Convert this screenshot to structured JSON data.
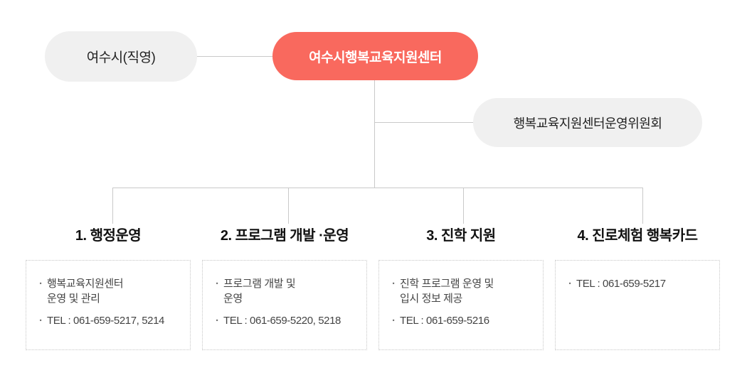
{
  "org_chart": {
    "bullet": "·",
    "colors": {
      "accent_red": "#f9695e",
      "node_gray": "#f0f0f0",
      "connector_line": "#c9c9c9",
      "box_border_dotted": "#c6c6c6",
      "title_text": "#111111",
      "body_text": "#444444"
    },
    "nodes": {
      "parent": {
        "label": "여수시(직영)"
      },
      "center": {
        "label": "여수시행복교육지원센터"
      },
      "committee": {
        "label": "행복교육지원센터운영위원회"
      }
    },
    "departments": [
      {
        "title": "1. 행정운영",
        "items": [
          {
            "lines": [
              "행복교육지원센터",
              "운영 및 관리"
            ]
          },
          {
            "lines": [
              "TEL : 061-659-5217, 5214"
            ]
          }
        ]
      },
      {
        "title": "2. 프로그램 개발 ·운영",
        "items": [
          {
            "lines": [
              "프로그램 개발 및",
              "운영"
            ]
          },
          {
            "lines": [
              "TEL : 061-659-5220, 5218"
            ]
          }
        ]
      },
      {
        "title": "3. 진학 지원",
        "items": [
          {
            "lines": [
              "진학 프로그램 운영 및",
              "입시 정보 제공"
            ]
          },
          {
            "lines": [
              "TEL : 061-659-5216"
            ]
          }
        ]
      },
      {
        "title": "4. 진로체험 행복카드",
        "items": [
          {
            "lines": [
              "TEL : 061-659-5217"
            ]
          }
        ]
      }
    ]
  }
}
